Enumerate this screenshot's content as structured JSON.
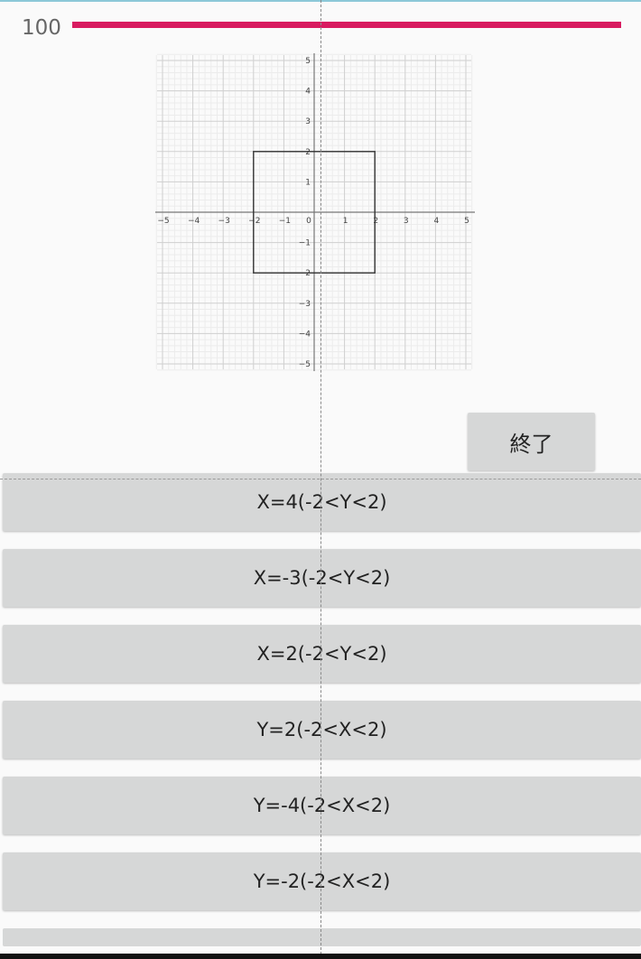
{
  "score": "100",
  "progress": 1.0,
  "colors": {
    "progress": "#d81b60",
    "button": "#d6d7d7"
  },
  "end_button": {
    "label": "終了"
  },
  "answers": [
    {
      "label": "X=4(-2<Y<2)"
    },
    {
      "label": "X=-3(-2<Y<2)"
    },
    {
      "label": "X=2(-2<Y<2)"
    },
    {
      "label": "Y=2(-2<X<2)"
    },
    {
      "label": "Y=-4(-2<X<2)"
    },
    {
      "label": "Y=-2(-2<X<2)"
    }
  ],
  "graph": {
    "xlim": [
      -5,
      5
    ],
    "ylim": [
      -5,
      5
    ],
    "x_ticks": [
      "−5",
      "−4",
      "−3",
      "−2",
      "−1",
      "0",
      "1",
      "2",
      "3",
      "4",
      "5"
    ],
    "y_ticks": [
      "5",
      "4",
      "3",
      "2",
      "1",
      "−1",
      "−2",
      "−3",
      "−4",
      "−5"
    ],
    "square": {
      "x_min": -2,
      "x_max": 2,
      "y_min": -2,
      "y_max": 2
    }
  }
}
